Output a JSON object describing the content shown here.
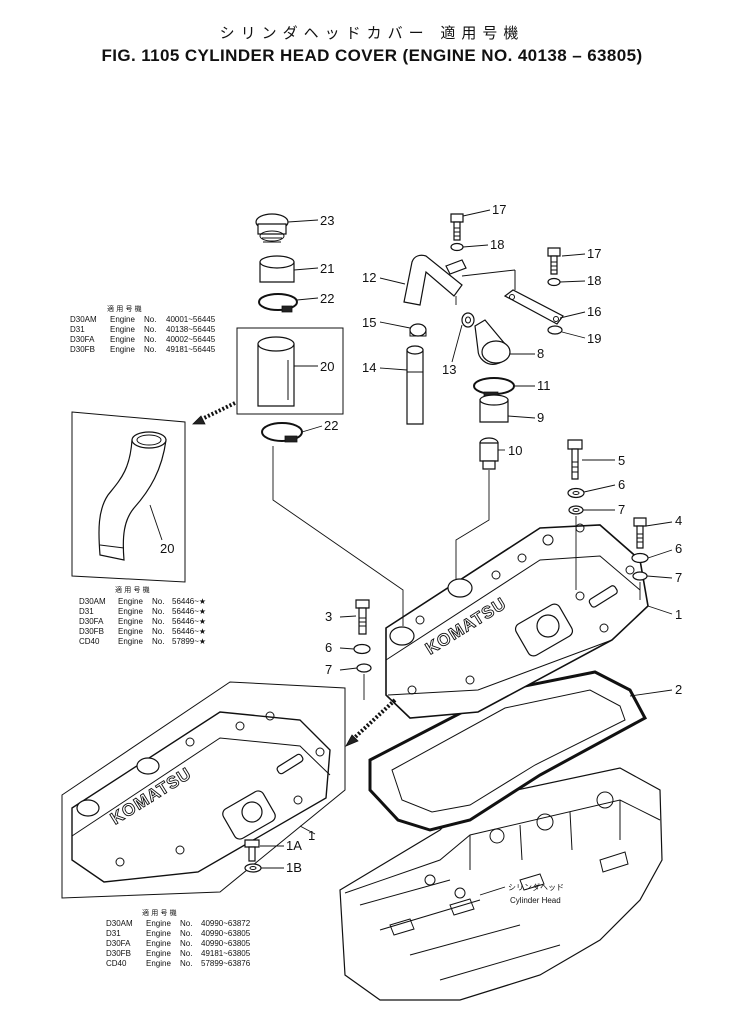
{
  "header": {
    "title_jp": "シリンダヘッドカバー 適用号機",
    "title": "FIG. 1105 CYLINDER HEAD COVER (ENGINE NO. 40138 – 63805)"
  },
  "brand": "KOMATSU",
  "callouts": {
    "p1": "1",
    "p1a": "1A",
    "p1b": "1B",
    "p1d": "1",
    "p2": "2",
    "p3": "3",
    "p4": "4",
    "p5": "5",
    "p6a": "6",
    "p6b": "6",
    "p6c": "6",
    "p7a": "7",
    "p7b": "7",
    "p7c": "7",
    "p8": "8",
    "p9": "9",
    "p10": "10",
    "p11": "11",
    "p12": "12",
    "p13": "13",
    "p14": "14",
    "p15": "15",
    "p16": "16",
    "p17a": "17",
    "p17b": "17",
    "p18a": "18",
    "p18b": "18",
    "p19": "19",
    "p20a": "20",
    "p20b": "20",
    "p21": "21",
    "p22a": "22",
    "p22b": "22",
    "p23": "23"
  },
  "applicability_tables": [
    {
      "heading": "適 用 号 機",
      "rows": [
        {
          "model": "D30AM",
          "label": "Engine",
          "no": "No.",
          "range": "40001~56445"
        },
        {
          "model": "D31",
          "label": "Engine",
          "no": "No.",
          "range": "40138~56445"
        },
        {
          "model": "D30FA",
          "label": "Engine",
          "no": "No.",
          "range": "40002~56445"
        },
        {
          "model": "D30FB",
          "label": "Engine",
          "no": "No.",
          "range": "49181~56445"
        }
      ]
    },
    {
      "heading": "適 用 号 機",
      "rows": [
        {
          "model": "D30AM",
          "label": "Engine",
          "no": "No.",
          "range": "56446~★"
        },
        {
          "model": "D31",
          "label": "Engine",
          "no": "No.",
          "range": "56446~★"
        },
        {
          "model": "D30FA",
          "label": "Engine",
          "no": "No.",
          "range": "56446~★"
        },
        {
          "model": "D30FB",
          "label": "Engine",
          "no": "No.",
          "range": "56446~★"
        },
        {
          "model": "CD40",
          "label": "Engine",
          "no": "No.",
          "range": "57899~★"
        }
      ]
    },
    {
      "heading": "適 用 号 機",
      "rows": [
        {
          "model": "D30AM",
          "label": "Engine",
          "no": "No.",
          "range": "40990~63872"
        },
        {
          "model": "D31",
          "label": "Engine",
          "no": "No.",
          "range": "40990~63805"
        },
        {
          "model": "D30FA",
          "label": "Engine",
          "no": "No.",
          "range": "40990~63805"
        },
        {
          "model": "D30FB",
          "label": "Engine",
          "no": "No.",
          "range": "49181~63805"
        },
        {
          "model": "CD40",
          "label": "Engine",
          "no": "No.",
          "range": "57899~63876"
        }
      ]
    }
  ],
  "cylinder_head_label": {
    "jp": "シリンダヘッド",
    "en": "Cylinder Head"
  }
}
